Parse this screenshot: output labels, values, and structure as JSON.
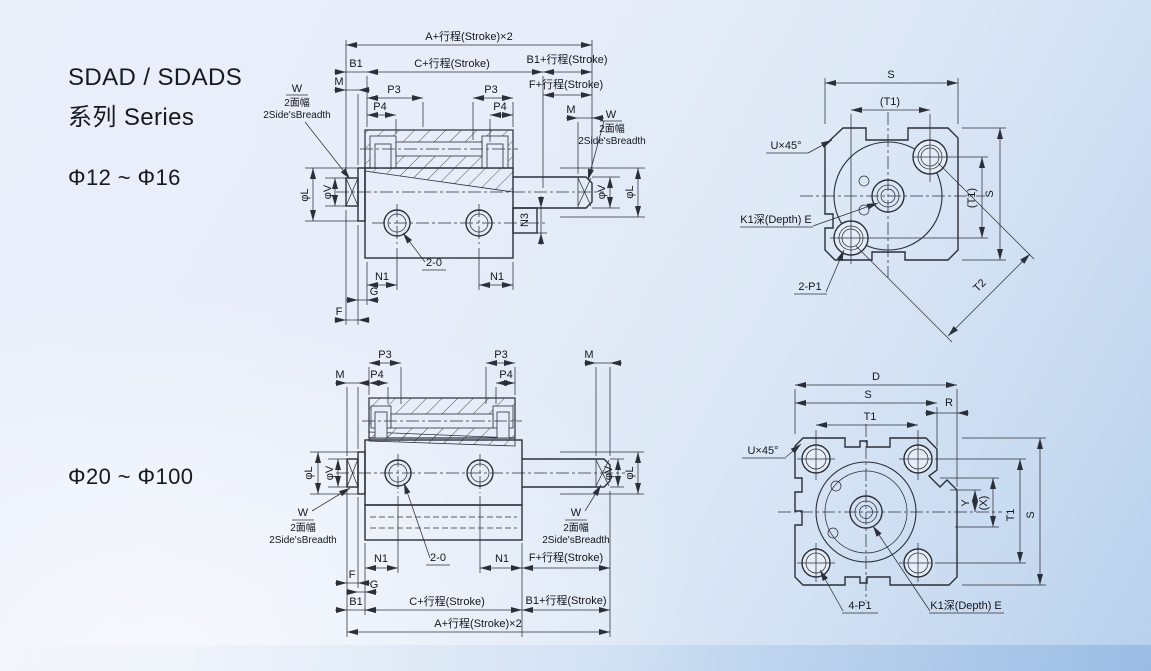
{
  "page": {
    "title_line1": "SDAD / SDADS",
    "title_line2": "系列 Series",
    "model_top": "Φ12 ~ Φ16",
    "model_bottom": "Φ20 ~ Φ100"
  },
  "colors": {
    "background_top_left": "#eaeffa",
    "background_bottom_right": "#b7d0ec",
    "line": "#2b2f38",
    "text": "#14161a"
  },
  "labels": {
    "dim_a": "A+行程(Stroke)×2",
    "dim_b1": "B1",
    "dim_c": "C+行程(Stroke)",
    "dim_b1_stroke": "B1+行程(Stroke)",
    "dim_f_stroke": "F+行程(Stroke)",
    "dim_m": "M",
    "dim_p3": "P3",
    "dim_p4": "P4",
    "dim_w": "W",
    "dim_w_sub_cn": "2面幅",
    "dim_w_sub_en": "2Side'sBreadth",
    "dim_phi_l": "φL",
    "dim_phi_v": "φV",
    "dim_n1": "N1",
    "dim_n3": "N3",
    "dim_ports2": "2-0",
    "dim_g": "G",
    "dim_f": "F",
    "dim_s": "S",
    "dim_t1_paren": "(T1)",
    "dim_t1": "T1",
    "dim_t2": "T2",
    "dim_u45": "U×45°",
    "dim_k1": "K1深(Depth) E",
    "dim_2p1": "2-P1",
    "dim_4p1": "4-P1",
    "dim_d": "D",
    "dim_r": "R",
    "dim_y": "Y",
    "dim_x_paren": "(X)"
  }
}
